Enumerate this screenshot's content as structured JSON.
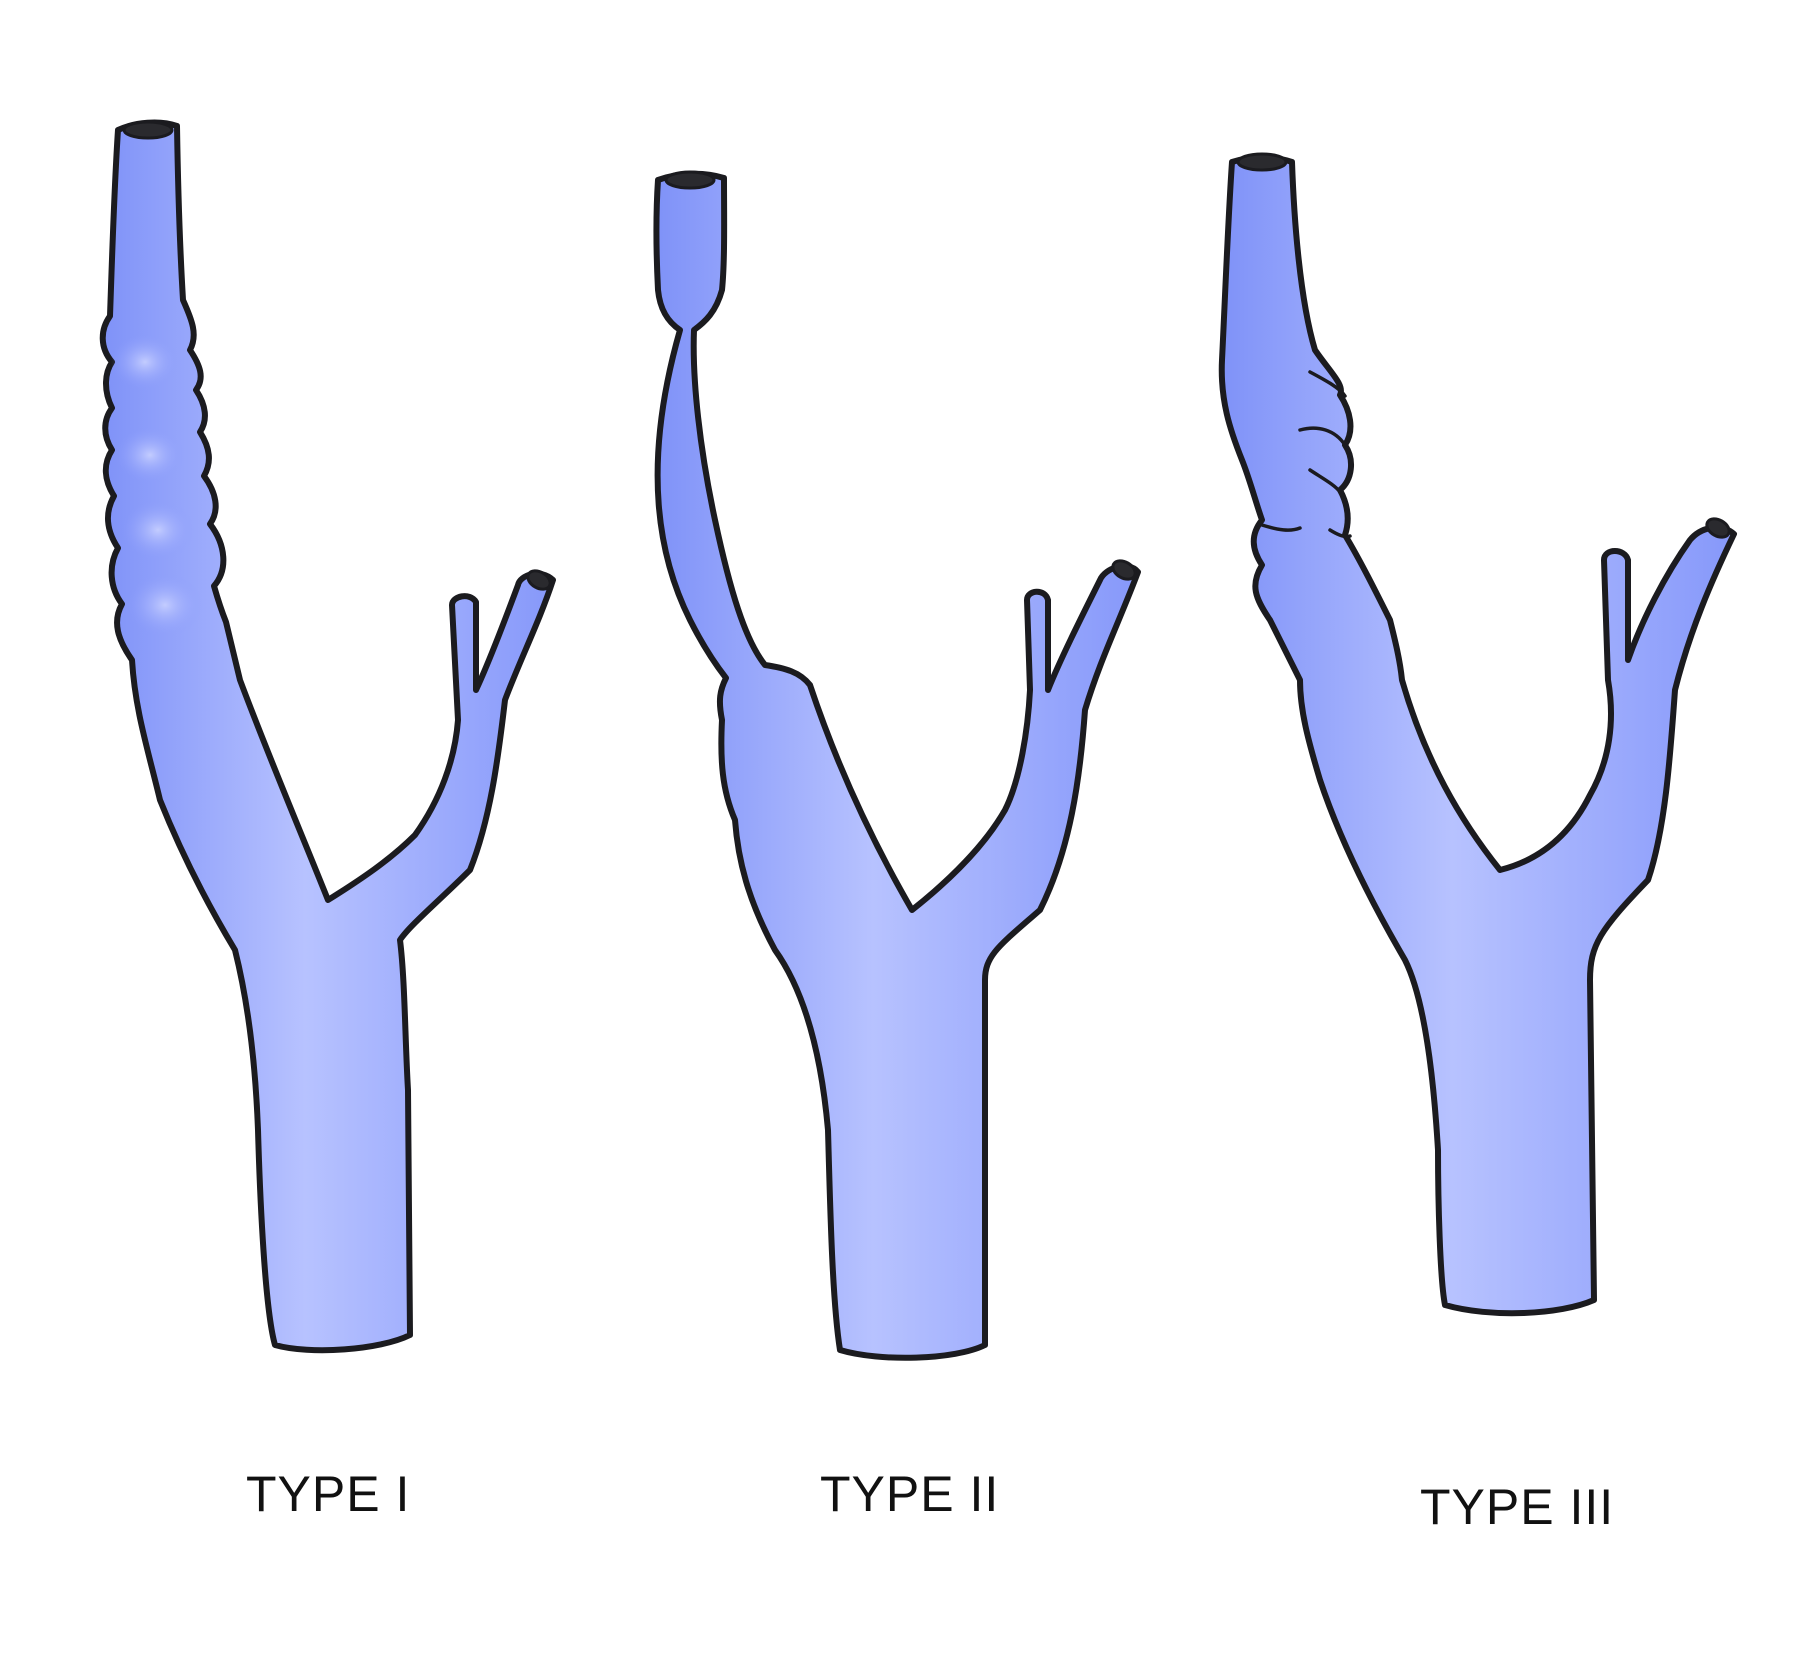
{
  "diagram": {
    "colors": {
      "vessel_fill": "#8c9dfb",
      "vessel_highlight": "#b9c4ff",
      "outline": "#1b1b1f",
      "background": "#ffffff"
    },
    "panels": [
      {
        "id": "type-1",
        "label": "TYPE I"
      },
      {
        "id": "type-2",
        "label": "TYPE II"
      },
      {
        "id": "type-3",
        "label": "TYPE III"
      }
    ]
  }
}
